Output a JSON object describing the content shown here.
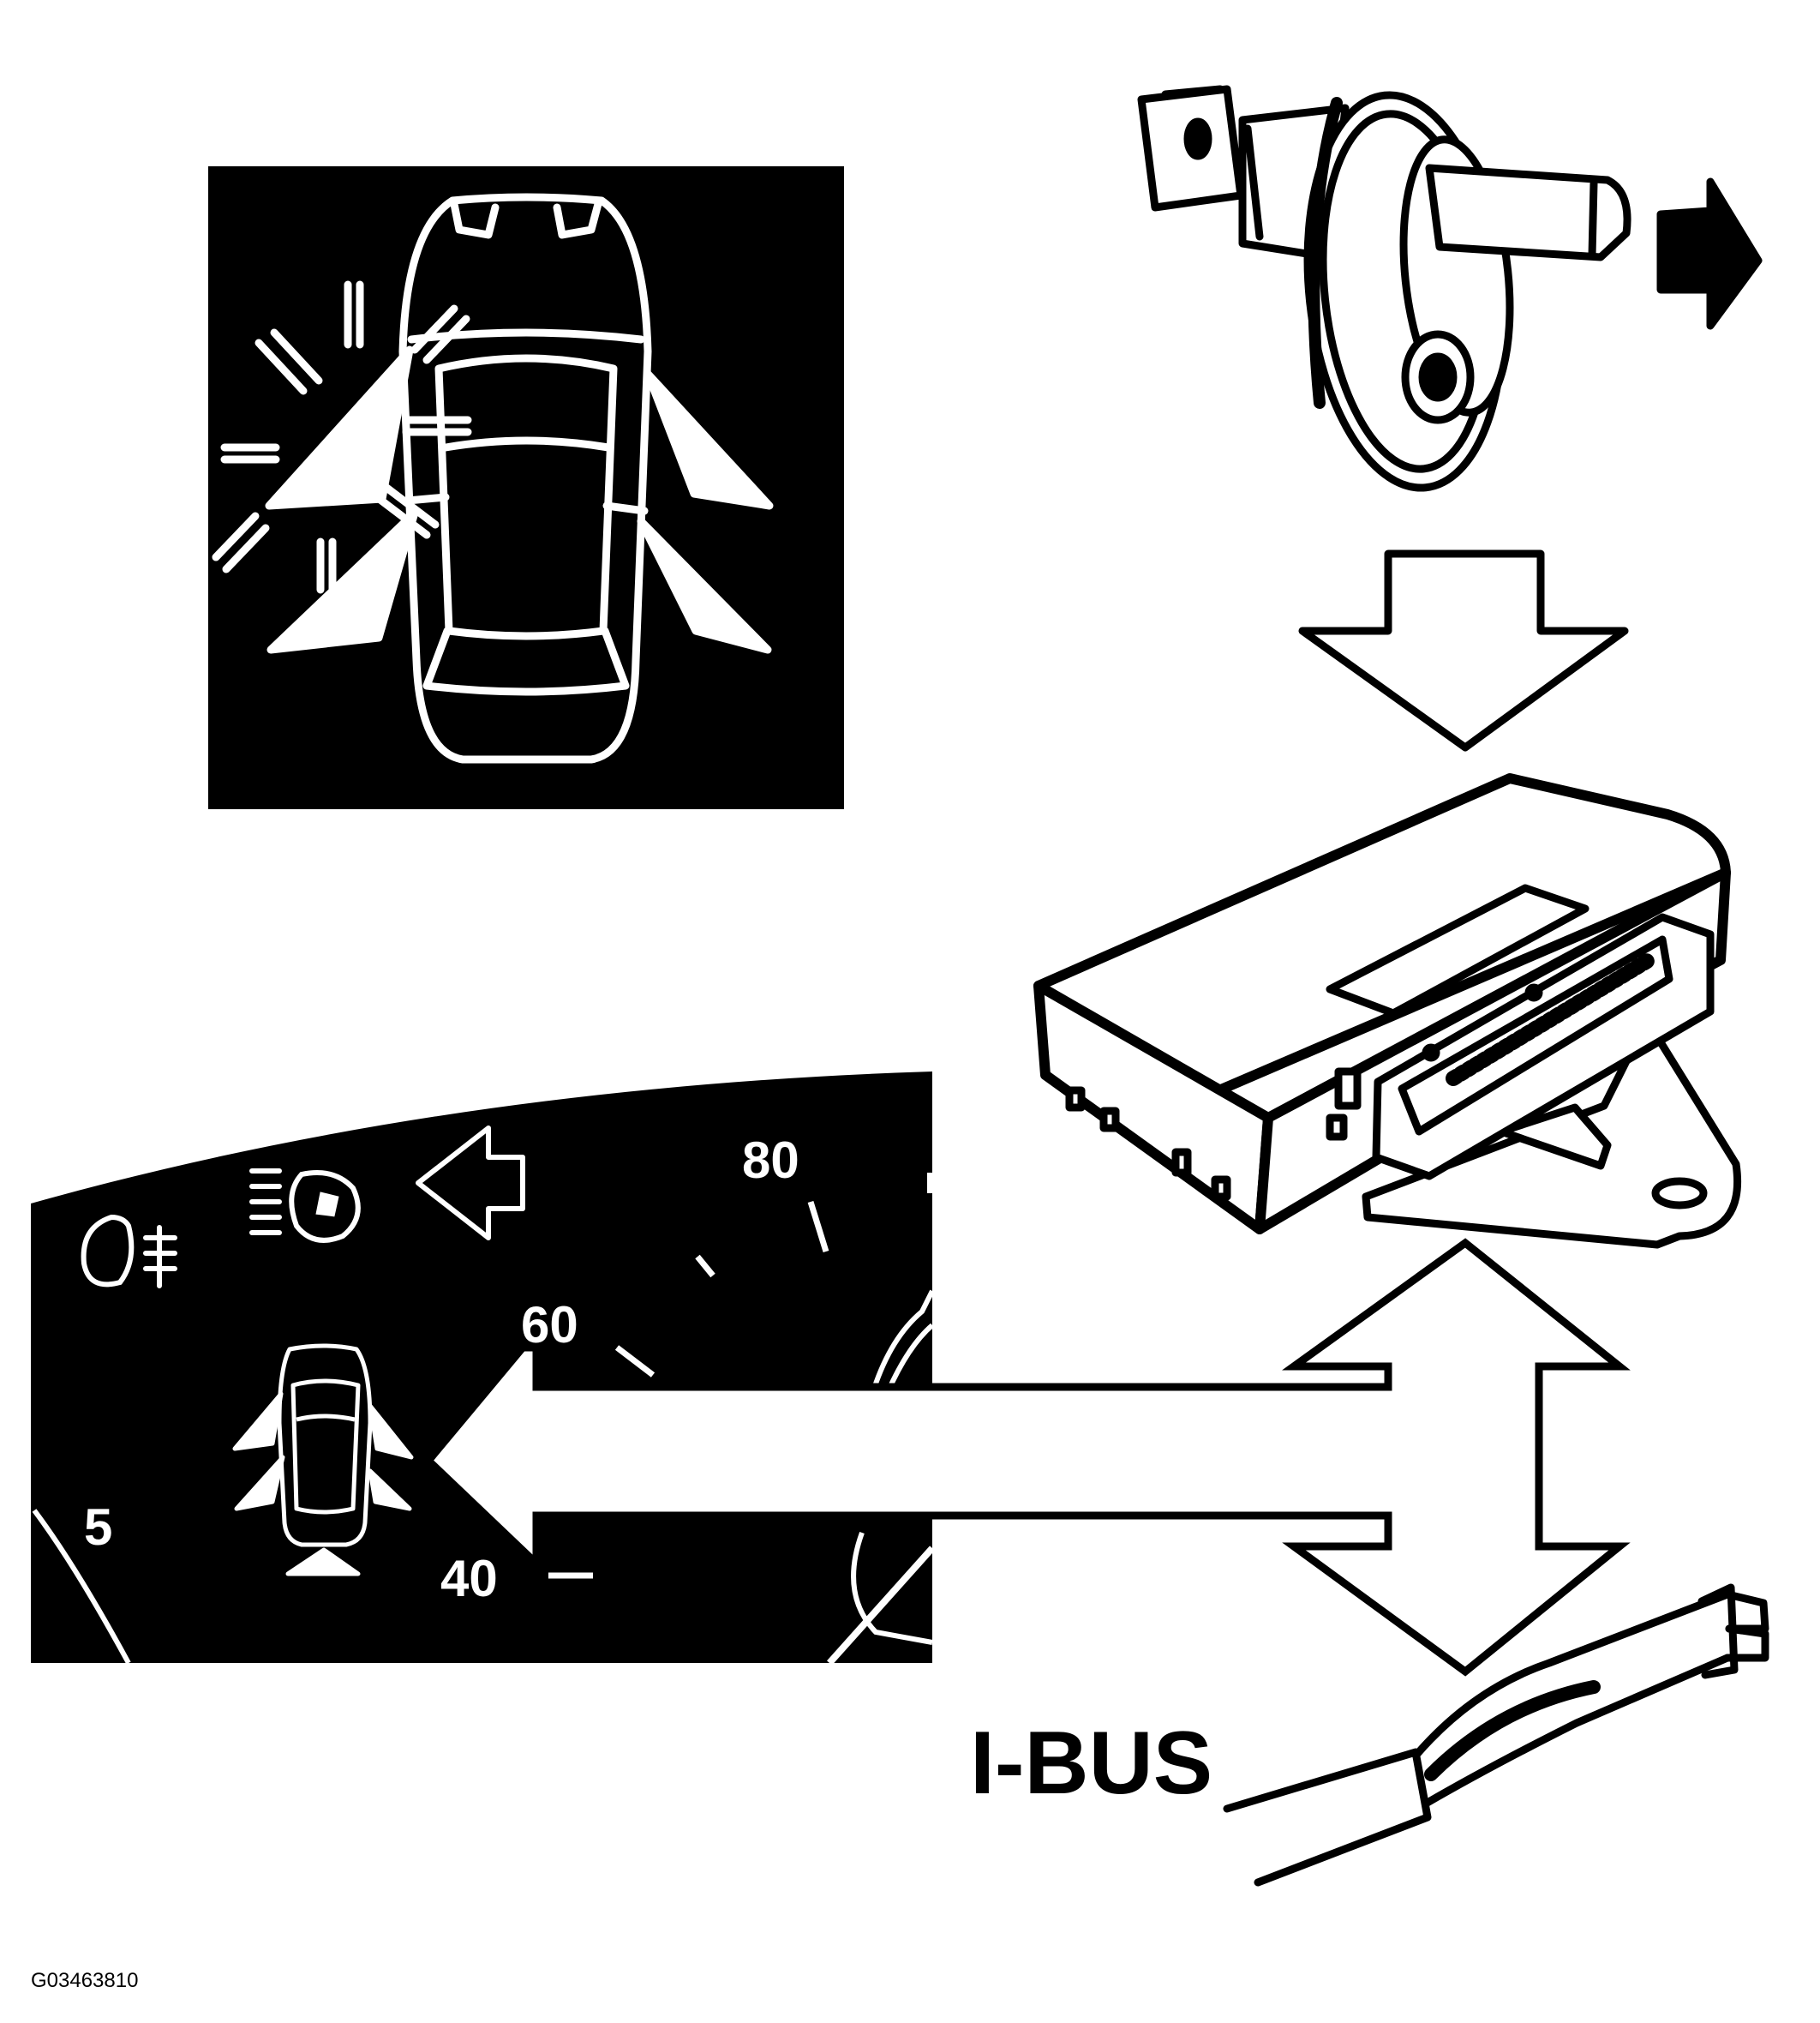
{
  "labels": {
    "bus": "I-BUS",
    "figure_id": "G03463810"
  },
  "gauge_numbers": {
    "n80": "80",
    "n60": "60",
    "n40": "40",
    "n5": "5"
  },
  "icons": [
    "door-open-warning-icon",
    "door-contact-switch-icon",
    "control-module-icon",
    "fog-light-icon",
    "headlight-icon",
    "turn-signal-arrow-icon",
    "wiring-connector-icon"
  ],
  "colors": {
    "ink": "#000000",
    "paper": "#ffffff"
  }
}
